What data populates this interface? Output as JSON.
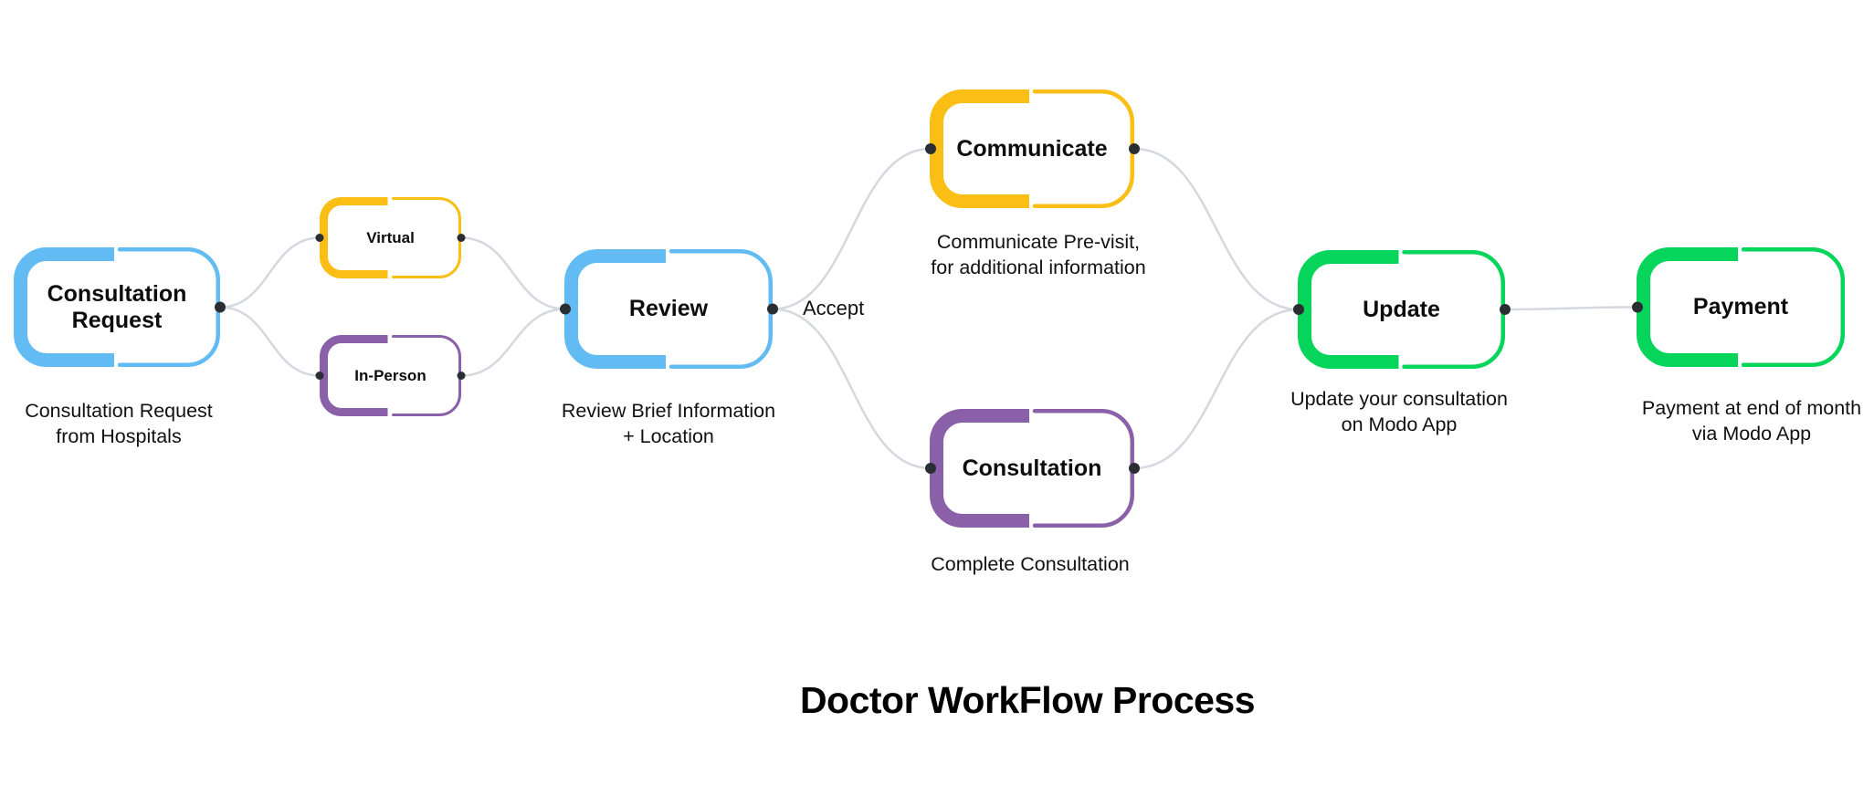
{
  "title": "Doctor WorkFlow Process",
  "colors": {
    "blue": "#62bcf3",
    "yellow": "#fbbe15",
    "purple": "#8a60a8",
    "green": "#05d55a",
    "connector": "#d5d8de",
    "port": "#2a2e33"
  },
  "nodes": [
    {
      "id": "consultation-request",
      "label": "Consultation Request",
      "color": "blue",
      "description": [
        "Consultation Request",
        "from Hospitals"
      ]
    },
    {
      "id": "virtual",
      "label": "Virtual",
      "color": "yellow",
      "description": []
    },
    {
      "id": "in-person",
      "label": "In-Person",
      "color": "purple",
      "description": []
    },
    {
      "id": "review",
      "label": "Review",
      "color": "blue",
      "description": [
        "Review Brief Information",
        "+ Location"
      ]
    },
    {
      "id": "communicate",
      "label": "Communicate",
      "color": "yellow",
      "description": [
        "Communicate Pre-visit,",
        "for additional information"
      ]
    },
    {
      "id": "consultation",
      "label": "Consultation",
      "color": "purple",
      "description": [
        "Complete Consultation"
      ]
    },
    {
      "id": "update",
      "label": "Update",
      "color": "green",
      "description": [
        "Update your consultation",
        "on Modo App"
      ]
    },
    {
      "id": "payment",
      "label": "Payment",
      "color": "green",
      "description": [
        "Payment at end of month",
        "via Modo App"
      ]
    }
  ],
  "edges": [
    {
      "from": "consultation-request",
      "to": "virtual",
      "label": ""
    },
    {
      "from": "consultation-request",
      "to": "in-person",
      "label": ""
    },
    {
      "from": "virtual",
      "to": "review",
      "label": ""
    },
    {
      "from": "in-person",
      "to": "review",
      "label": ""
    },
    {
      "from": "review",
      "to": "communicate",
      "label": "Accept"
    },
    {
      "from": "review",
      "to": "consultation",
      "label": ""
    },
    {
      "from": "communicate",
      "to": "update",
      "label": ""
    },
    {
      "from": "consultation",
      "to": "update",
      "label": ""
    },
    {
      "from": "update",
      "to": "payment",
      "label": ""
    }
  ]
}
